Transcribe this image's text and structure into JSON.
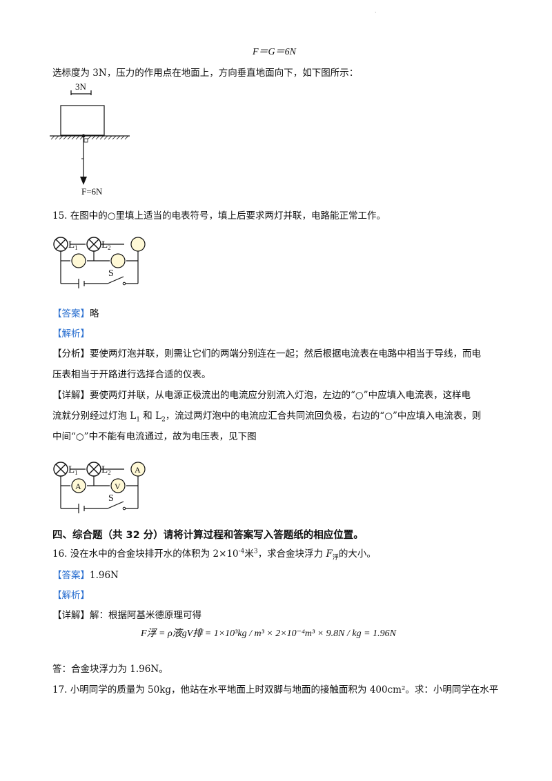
{
  "top_dot": "·",
  "formula_fg": "F＝G＝6N",
  "scale_text": "选标度为 3N，压力的作用点在地面上，方向垂直地面向下，如下图所示：",
  "fig1": {
    "scale_label": "3N",
    "force_label": "F=6N"
  },
  "q15": {
    "question": "15. 在图中的○里填上适当的电表符号，填上后要求两灯并联，电路能正常工作。"
  },
  "circuit": {
    "l1": "L",
    "l1_sub": "1",
    "l2": "L",
    "l2_sub": "2",
    "switch": "S",
    "meter_a": "A",
    "meter_v": "V"
  },
  "answer_tag": "【答案】",
  "q15_answer": "略",
  "analysis_tag": "【解析】",
  "fenxi_tag": "【分析】",
  "q15_fenxi_1": "要使两灯泡并联，则需让它们的两端分别连在一起；然后根据电流表在电路中相当于导线，而电",
  "q15_fenxi_2": "压表相当于开路进行选择合适的仪表。",
  "xiangjie_tag": "【详解】",
  "q15_detail_1": "要使两灯并联，从电源正极流出的电流应分别流入灯泡，左边的“○”中应填入电流表，这样电",
  "q15_detail_2a": "流就分别经过灯泡 L",
  "q15_detail_2b": " 和 L",
  "q15_detail_2c": "，流过两灯泡中的电流应汇合共同流回负极，右边的“○”中应填入电流表，则",
  "q15_detail_3": "中间“○”中不能有电流通过，故为电压表，见下图",
  "section4": "四、综合题（共 32 分）请将计算过程和答案写入答题纸的相应位置。",
  "q16_a": "16. 没在水中的合金块排开水的体积为 2×10",
  "q16_exp": "-4",
  "q16_b": "米",
  "q16_exp2": "3",
  "q16_c": "，求合金块浮力 ",
  "q16_F": "F",
  "q16_sub": "浮",
  "q16_d": "的大小。",
  "q16_answer": "1.96N",
  "q16_detail": "解：根据阿基米德原理可得",
  "q16_formula": "F浮 = ρ液gV排 = 1×10³kg / m³ × 2×10⁻⁴m³ × 9.8N / kg = 1.96N",
  "q16_conclusion": "答：合金块浮力为 1.96N。",
  "q17": "17. 小明同学的质量为 50kg，他站在水平地面上时双脚与地面的接触面积为 400cm²。求：小明同学在水平"
}
